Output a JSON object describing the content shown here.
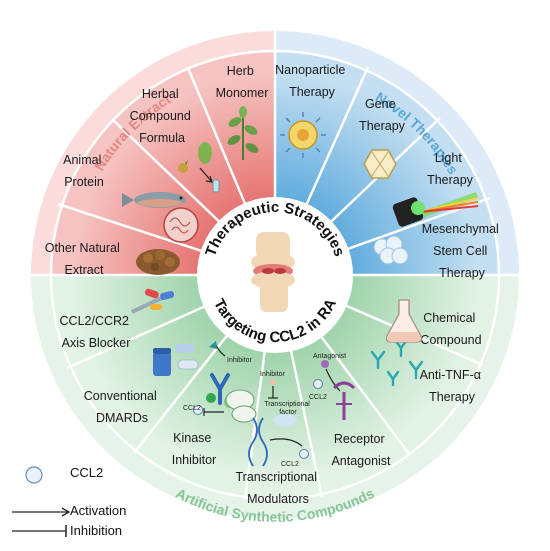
{
  "center": {
    "top_text": "Therapeutic Strategies",
    "bottom_text": "Targeting CCL2 in RA"
  },
  "ring": {
    "natural": "Natural Extract",
    "novel": "Novel Therapies",
    "artificial": "Artificial Synthetic Compounds"
  },
  "segments": {
    "herb_monomer": [
      "Herb",
      "Monomer"
    ],
    "herbal_formula": [
      "Herbal",
      "Compound",
      "Formula"
    ],
    "animal_protein": [
      "Animal",
      "Protein"
    ],
    "other_natural": [
      "Other Natural",
      "Extract"
    ],
    "nanoparticle": [
      "Nanoparticle",
      "Therapy"
    ],
    "gene": [
      "Gene",
      "Therapy"
    ],
    "light": [
      "Light",
      "Therapy"
    ],
    "msc": [
      "Mesenchymal",
      "Stem Cell",
      "Therapy"
    ],
    "ccr2_blocker": [
      "CCL2/CCR2",
      "Axis Blocker"
    ],
    "dmards": [
      "Conventional",
      "DMARDs"
    ],
    "kinase": [
      "Kinase",
      "Inhibitor"
    ],
    "transcriptional": [
      "Transcriptional",
      "Modulators"
    ],
    "receptor": [
      "Receptor",
      "Antagonist"
    ],
    "anti_tnf": [
      "Anti-TNF-α",
      "Therapy"
    ],
    "chemical": [
      "Chemical",
      "Compound"
    ]
  },
  "small_labels": {
    "inhibitor1": "Inhibitor",
    "ccl2_a": "CCL2",
    "inhibitor2": "Inhibitor",
    "transcriptional_factor": [
      "Transcriptional",
      "factor"
    ],
    "ccl2_b": "CCL2",
    "antagonist": "Antagonist",
    "ccl2_c": "CCL2"
  },
  "legend": {
    "ccl2": "CCL2",
    "activation": "Activation",
    "inhibition": "Inhibition"
  },
  "colors": {
    "natural_fill": "#f3b3b1",
    "natural_ring": "#fbd9d7",
    "novel_fill": "#b7d7ee",
    "novel_ring": "#d9eaf6",
    "artificial_fill": "#cfe6d3",
    "artificial_ring": "#e4f2e6",
    "natural_text": "#e07d7d",
    "novel_text": "#5aa3d6",
    "artificial_text": "#8cc79a"
  }
}
